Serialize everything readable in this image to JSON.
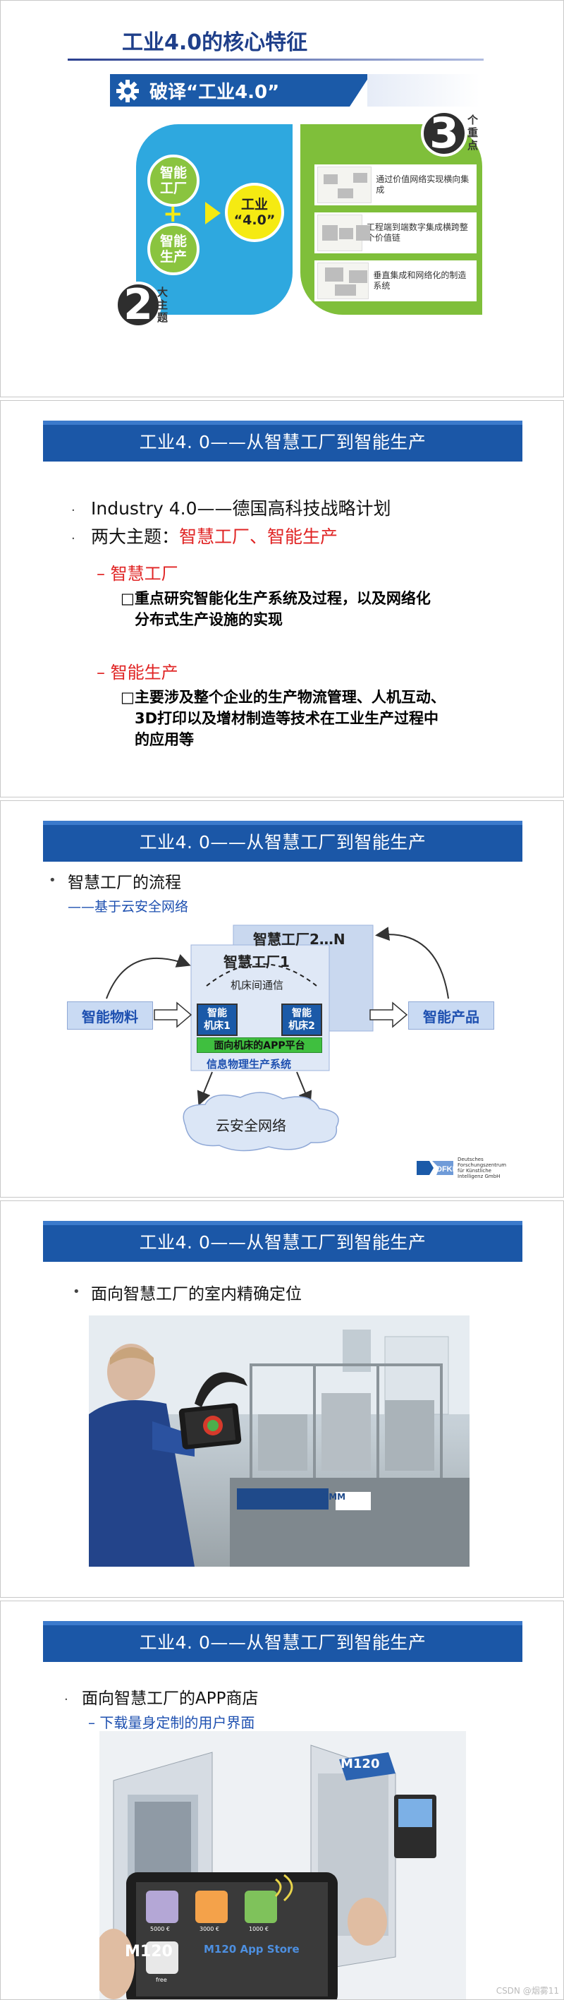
{
  "slide1": {
    "title": "工业4.0的核心特征",
    "heading": "破译“工业4.0”",
    "left_circle_top": "智能\n工厂",
    "left_circle_bottom": "智能\n生产",
    "center_circle": "工业\n“4.0”",
    "plus": "+",
    "badge_two": "2",
    "badge_two_text": "大\n主\n题",
    "badge_three": "3",
    "badge_three_text": "个\n重\n点",
    "items": [
      "通过价值网络实现横向集成",
      "工程端到端数字集成横跨整个价值链",
      "垂直集成和网络化的制造系统"
    ]
  },
  "slide2": {
    "bar": "工业4. 0——从智慧工厂到智能生产",
    "b1": "Industry 4.0——德国高科技战略计划",
    "b2_prefix": "两大主题：",
    "b2_red": "智慧工厂、智能生产",
    "sub1": "– 智慧工厂",
    "para1_line1": "重点研究智能化生产系统及过程，以及网络化",
    "para1_line2": "分布式生产设施的实现",
    "sub2": "– 智能生产",
    "para2_line1": "主要涉及整个企业的生产物流管理、人机互动、",
    "para2_line2": "3D打印以及增材制造等技术在工业生产过程中",
    "para2_line3": "的应用等"
  },
  "slide3": {
    "bar": "工业4. 0——从智慧工厂到智能生产",
    "b1": "智慧工厂的流程",
    "sub": "——基于云安全网络",
    "factory_n": "智慧工厂2…N",
    "factory_1": "智慧工厂1",
    "comm": "机床间通信",
    "m1": "智能\n机床1",
    "m2": "智能\n机床2",
    "platform": "面向机床的APP平台",
    "cps": "信息物理生产系统",
    "logistics": "智能物料",
    "product": "智能产品",
    "cloud": "云安全网络",
    "logo_text": "Deutsches\nForschungszentrum\nfür Künstliche\nIntelligenz GmbH"
  },
  "slide4": {
    "bar": "工业4. 0——从智慧工厂到智能生产",
    "b1": "面向智慧工厂的室内精确定位",
    "sign": "OMM"
  },
  "slide5": {
    "bar": "工业4. 0——从智慧工厂到智能生产",
    "b1": "面向智慧工厂的APP商店",
    "sub": "– 下载量身定制的用户界面",
    "machine": "M120",
    "store": "M120 App Store",
    "apps": [
      {
        "price": "5000 €"
      },
      {
        "price": "3000 €"
      },
      {
        "price": "1000 €"
      },
      {
        "price": "free"
      }
    ],
    "watermark": "CSDN @烟雾11"
  }
}
